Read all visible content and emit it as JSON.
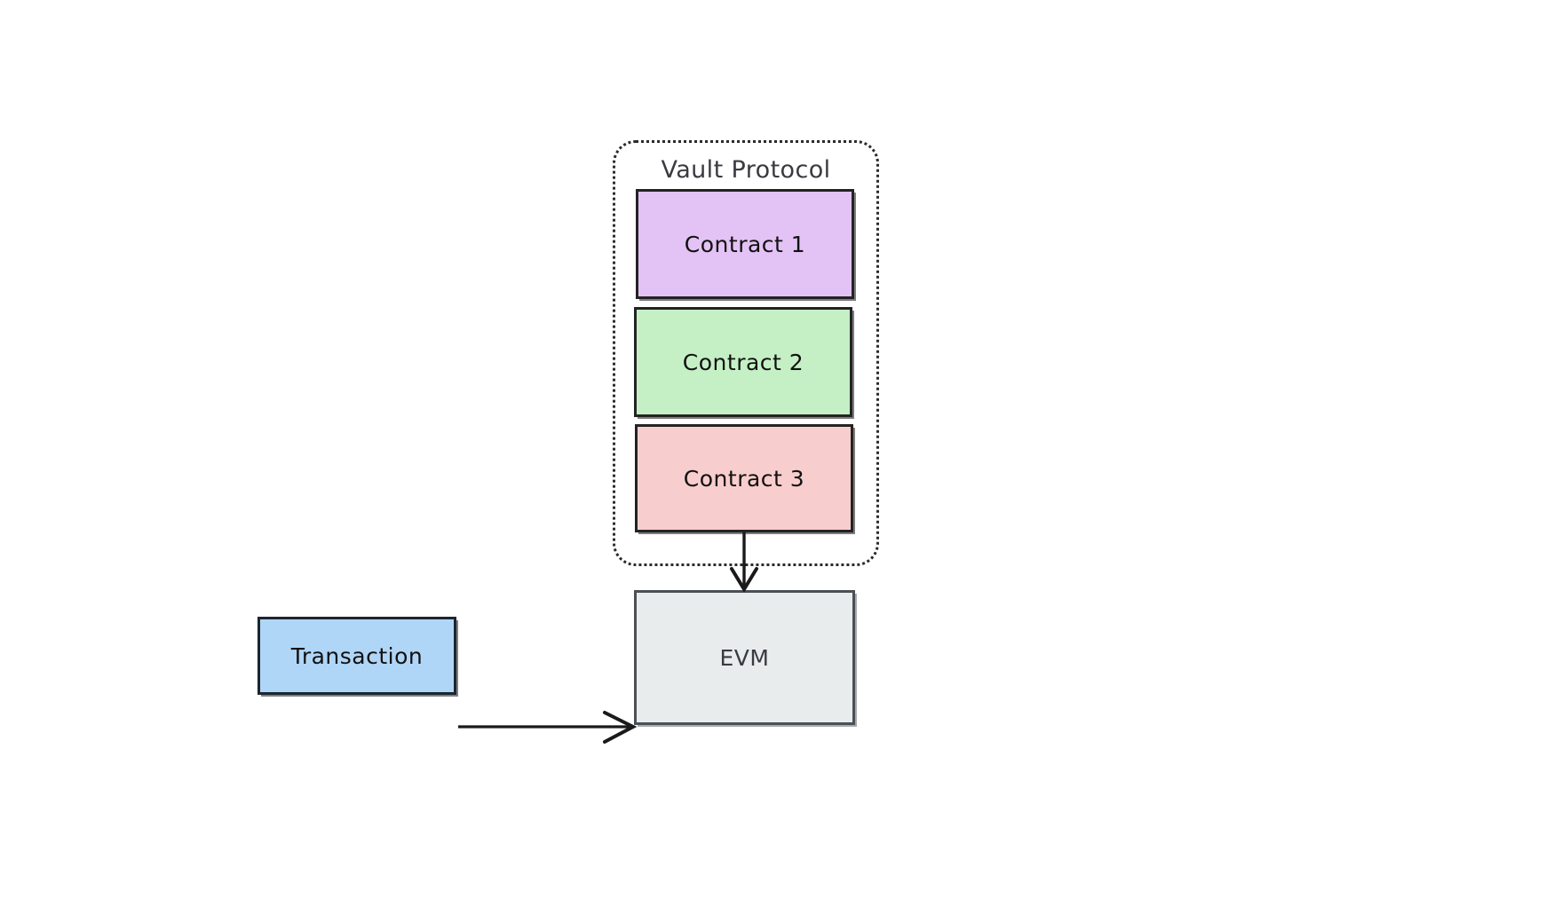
{
  "diagram": {
    "title_visible": false,
    "background_color": "#ffffff",
    "group": {
      "label": "Vault Protocol",
      "border_style": "dotted",
      "border_color": "#2b2b2b",
      "label_color": "#3a3a41"
    },
    "nodes": [
      {
        "id": "contract-1",
        "label": "Contract 1",
        "fill": "#e3c2f5",
        "border": "#232323",
        "text_color": "#111111"
      },
      {
        "id": "contract-2",
        "label": "Contract 2",
        "fill": "#c5f0c5",
        "border": "#232323",
        "text_color": "#111111"
      },
      {
        "id": "contract-3",
        "label": "Contract 3",
        "fill": "#f8cdcd",
        "border": "#232323",
        "text_color": "#111111"
      },
      {
        "id": "evm",
        "label": "EVM",
        "fill": "#e8ecec",
        "border": "#4a5056",
        "text_color": "#3a3a41"
      },
      {
        "id": "transaction",
        "label": "Transaction",
        "fill": "#b0d6f7",
        "border": "#1c2530",
        "text_color": "#111111"
      }
    ],
    "edges": [
      {
        "id": "vault-to-evm",
        "from": "vault-protocol-group",
        "to": "evm",
        "label": "",
        "direction": "down",
        "arrowhead": "open",
        "color": "#1a1a1a"
      },
      {
        "id": "transaction-to-evm",
        "from": "transaction",
        "to": "evm",
        "label": "",
        "direction": "right",
        "arrowhead": "open",
        "color": "#1a1a1a"
      }
    ]
  }
}
